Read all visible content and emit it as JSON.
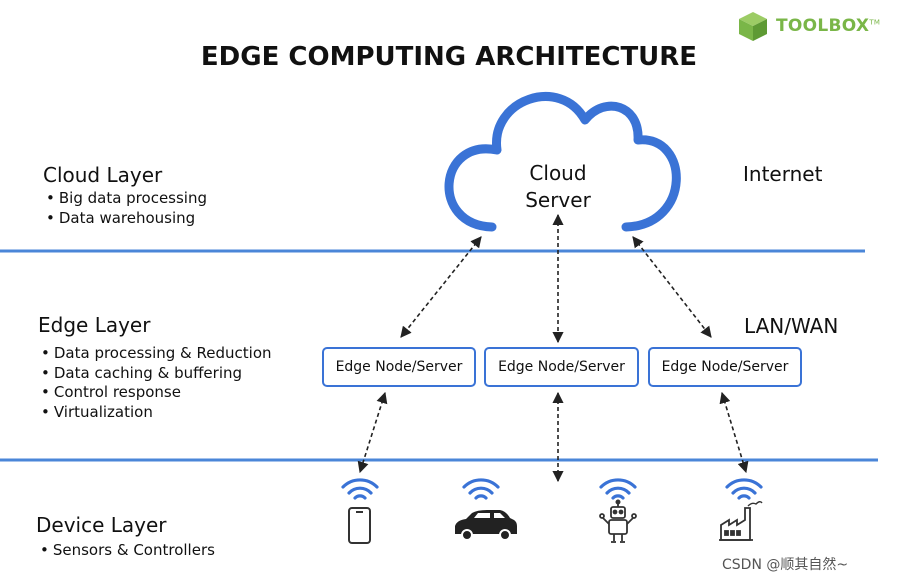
{
  "title": "EDGE COMPUTING ARCHITECTURE",
  "logo": {
    "text": "TOOLBOX",
    "tm": "TM"
  },
  "layers": {
    "cloud": {
      "title": "Cloud Layer",
      "bullets": [
        "Big data processing",
        "Data warehousing"
      ]
    },
    "edge": {
      "title": "Edge Layer",
      "bullets": [
        "Data processing & Reduction",
        "Data caching & buffering",
        "Control response",
        "Virtualization"
      ]
    },
    "device": {
      "title": "Device Layer",
      "bullets": [
        "Sensors & Controllers"
      ]
    }
  },
  "cloud_server": {
    "line1": "Cloud",
    "line2": "Server"
  },
  "network_labels": {
    "internet": "Internet",
    "lan_wan": "LAN/WAN"
  },
  "edge_nodes": [
    "Edge Node/Server",
    "Edge Node/Server",
    "Edge Node/Server"
  ],
  "devices": [
    {
      "icon": "smartphone-icon"
    },
    {
      "icon": "car-icon"
    },
    {
      "icon": "robot-icon"
    },
    {
      "icon": "factory-icon"
    }
  ],
  "colors": {
    "accent_blue": "#3a73d6",
    "divider_blue": "#4a86d8",
    "logo_green": "#7ab648"
  },
  "watermark": "CSDN @顺其自然~"
}
